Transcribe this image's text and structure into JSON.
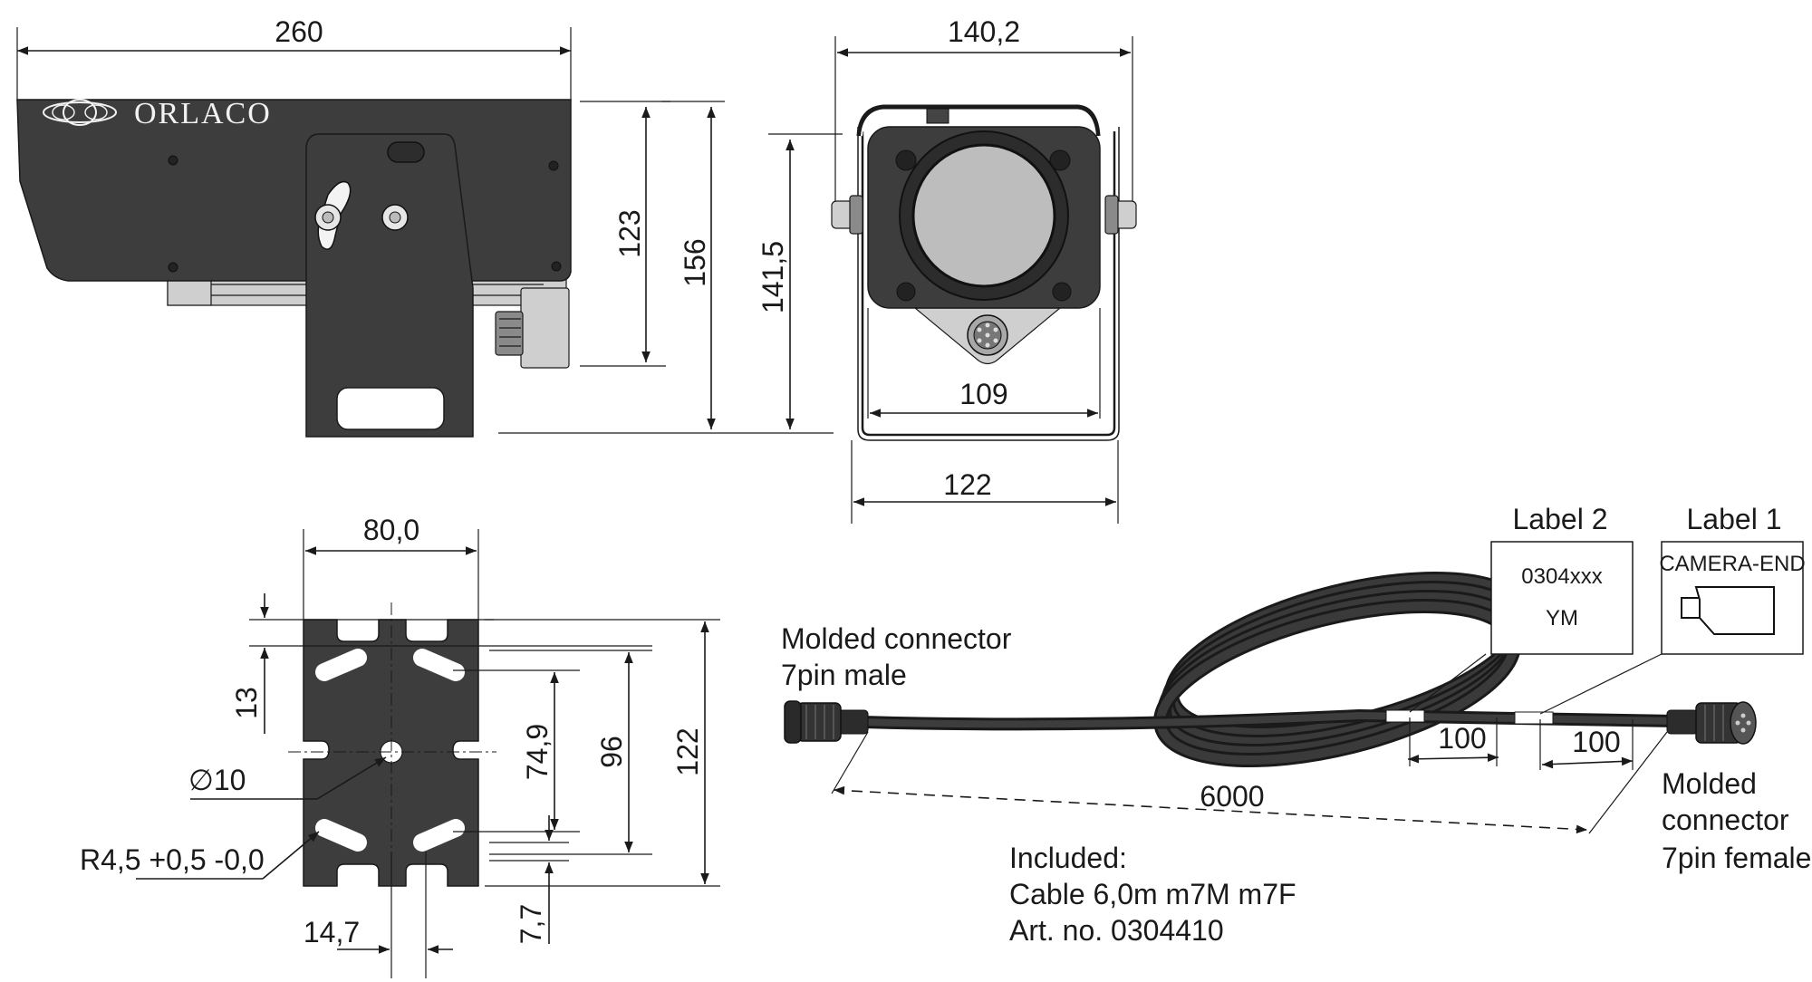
{
  "side_view": {
    "dim_width": "260",
    "dim_height_123": "123",
    "dim_height_156": "156",
    "brand": "ORLACO"
  },
  "front_view": {
    "dim_top_width": "140,2",
    "dim_height": "141,5",
    "dim_inner_width": "109",
    "dim_bottom_width": "122"
  },
  "bracket_view": {
    "dim_width": "80,0",
    "dim_13": "13",
    "dim_74_9": "74,9",
    "dim_96": "96",
    "dim_122": "122",
    "dim_7_7": "7,7",
    "dim_14_7": "14,7",
    "hole_diameter": "∅10",
    "slot_radius": "R4,5 +0,5 -0,0"
  },
  "cable_view": {
    "left_connector_line1": "Molded connector",
    "left_connector_line2": "7pin male",
    "right_connector_line1": "Molded",
    "right_connector_line2": "connector",
    "right_connector_line3": "7pin female",
    "label2_title": "Label 2",
    "label2_line1": "0304xxx",
    "label2_line2": "YM",
    "label1_title": "Label 1",
    "label1_text": "CAMERA-END",
    "dim_100_left": "100",
    "dim_100_right": "100",
    "dim_6000": "6000",
    "included_line1": "Included:",
    "included_line2": "Cable 6,0m m7M m7F",
    "included_line3": "Art. no. 0304410"
  }
}
